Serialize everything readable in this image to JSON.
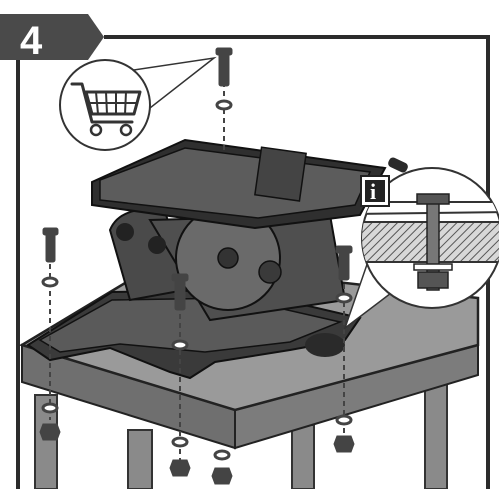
{
  "step": {
    "number": "4"
  },
  "info_badge": {
    "letter": "i"
  },
  "callouts": {
    "shopping": {
      "icon": "shopping-cart-icon"
    },
    "detail": {
      "icon": "info-icon",
      "content": "bolt-washer-nut-through-table-detail"
    }
  },
  "colors": {
    "badge": "#4a4a4a",
    "frame": "#2b2b2b",
    "tabletop": "#9a9a9a",
    "table_edge": "#6f6f6f",
    "saw_body": "#555555",
    "saw_dark": "#333333",
    "hardware": "#444444"
  }
}
